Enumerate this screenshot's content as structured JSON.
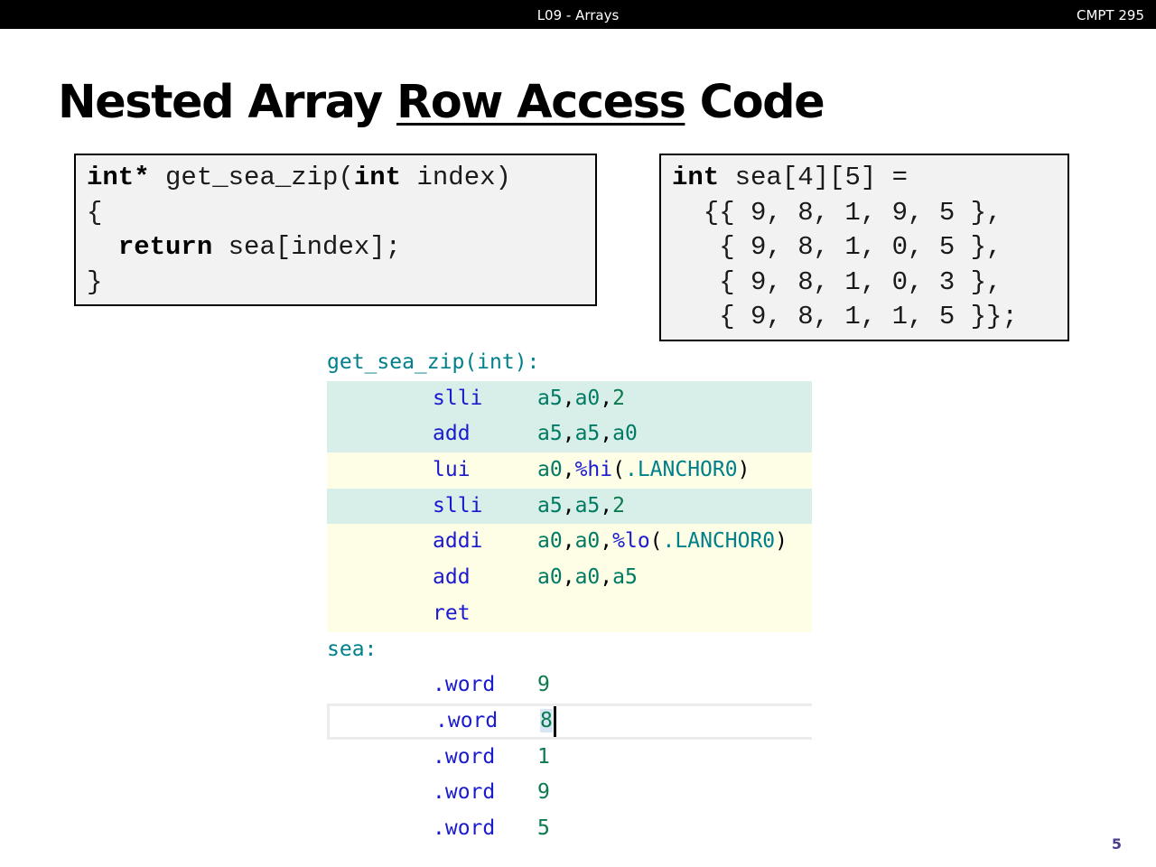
{
  "header": {
    "lecture": "L09 - Arrays",
    "course": "CMPT 295"
  },
  "title": {
    "part1": "Nested Array ",
    "underlined": "Row Access",
    "part2": " Code"
  },
  "c_function": {
    "line1_kw": "int*",
    "line1_rest": " get_sea_zip(",
    "line1_kw2": "int",
    "line1_end": " index)",
    "line2": "{",
    "line3_indent": "  ",
    "line3_kw": "return",
    "line3_rest": " sea[index];",
    "line4": "}"
  },
  "c_array": {
    "line1_kw": "int",
    "line1_rest": " sea[4][5] =",
    "rows": [
      "  {{ 9, 8, 1, 9, 5 },",
      "   { 9, 8, 1, 0, 5 },",
      "   { 9, 8, 1, 0, 3 },",
      "   { 9, 8, 1, 1, 5 }};"
    ]
  },
  "asm": {
    "fn_label": "get_sea_zip(int):",
    "instructions": [
      {
        "mnemonic": "slli",
        "ops": [
          "a5",
          ",",
          "a0",
          ",",
          "2"
        ]
      },
      {
        "mnemonic": "add",
        "ops": [
          "a5",
          ",",
          "a5",
          ",",
          "a0"
        ]
      },
      {
        "mnemonic": "lui",
        "ops": [
          "a0",
          ",",
          "%hi",
          "(",
          ".LANCHOR0",
          ")"
        ]
      },
      {
        "mnemonic": "slli",
        "ops": [
          "a5",
          ",",
          "a5",
          ",",
          "2"
        ]
      },
      {
        "mnemonic": "addi",
        "ops": [
          "a0",
          ",",
          "a0",
          ",",
          "%lo",
          "(",
          ".LANCHOR0",
          ")"
        ]
      },
      {
        "mnemonic": "add",
        "ops": [
          "a0",
          ",",
          "a0",
          ",",
          "a5"
        ]
      },
      {
        "mnemonic": "ret"
      }
    ],
    "data_label": "sea:",
    "words": [
      {
        "directive": ".word",
        "value": "9"
      },
      {
        "directive": ".word",
        "value": "8"
      },
      {
        "directive": ".word",
        "value": "1"
      },
      {
        "directive": ".word",
        "value": "9"
      },
      {
        "directive": ".word",
        "value": "5"
      }
    ]
  },
  "page_number": "5",
  "colors": {
    "teal_highlight": "#d8efe9",
    "yellow_highlight": "#fefde5",
    "register": "#007a63",
    "mnemonic": "#1a1acf",
    "label": "#00808a"
  }
}
